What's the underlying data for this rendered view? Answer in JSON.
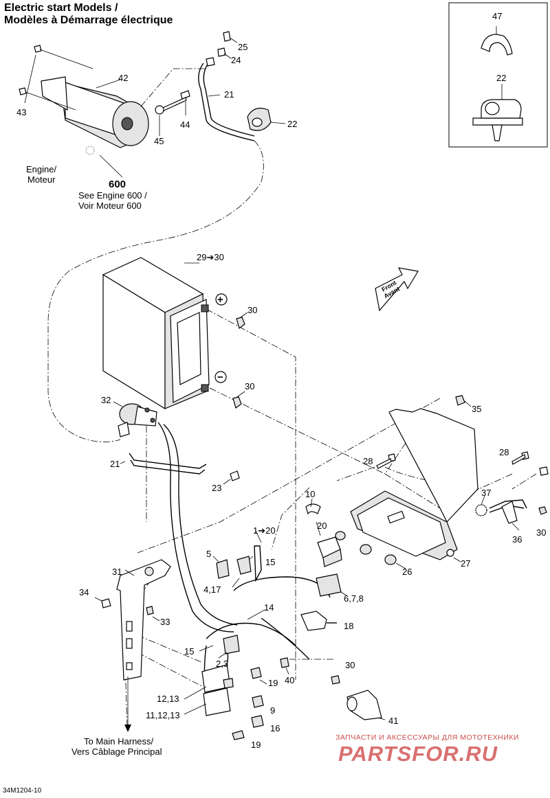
{
  "header": {
    "title_line1": "Electric start Models /",
    "title_line2": "Modèles à Démarrage électrique"
  },
  "engine_ref": {
    "label_en": "Engine/",
    "label_fr": "Moteur",
    "number": "600",
    "see_en": "See Engine 600 /",
    "see_fr": "Voir Moteur 600"
  },
  "battery": {
    "callout": "29➔30",
    "plus": "+",
    "minus": "−"
  },
  "front_arrow": {
    "line1": "Front",
    "line2": "Avant"
  },
  "main_harness": {
    "line1": "To Main Harness/",
    "line2": "Vers Câblage Principal"
  },
  "callouts": {
    "c47": "47",
    "c22_inset": "22",
    "c25": "25",
    "c24": "24",
    "c42": "42",
    "c21_top": "21",
    "c22": "22",
    "c43": "43",
    "c44": "44",
    "c45": "45",
    "c30_a": "30",
    "c30_b": "30",
    "c32": "32",
    "c21_mid": "21",
    "c23": "23",
    "c35": "35",
    "c28_a": "28",
    "c28_b": "28",
    "c37": "37",
    "c36": "36",
    "c30_c": "30",
    "c10": "10",
    "c20": "20",
    "c1_20": "1➔20",
    "c27": "27",
    "c26": "26",
    "c5": "5",
    "c15_a": "15",
    "c4_17": "4,17",
    "c31": "31",
    "c34": "34",
    "c33": "33",
    "c6_7_8": "6,7,8",
    "c14": "14",
    "c18": "18",
    "c15_b": "15",
    "c2_3": "2,3",
    "c30_d": "30",
    "c40": "40",
    "c19_a": "19",
    "c12_13": "12,13",
    "c9": "9",
    "c11_12_13": "11,12,13",
    "c16": "16",
    "c41": "41",
    "c19_b": "19"
  },
  "watermark": {
    "line1": "ЗАПЧАСТИ И АКСЕССУАРЫ ДЛЯ МОТОТЕХНИКИ",
    "line2": "PARTSFOR.RU"
  },
  "drawing_code": "34M1204-10"
}
